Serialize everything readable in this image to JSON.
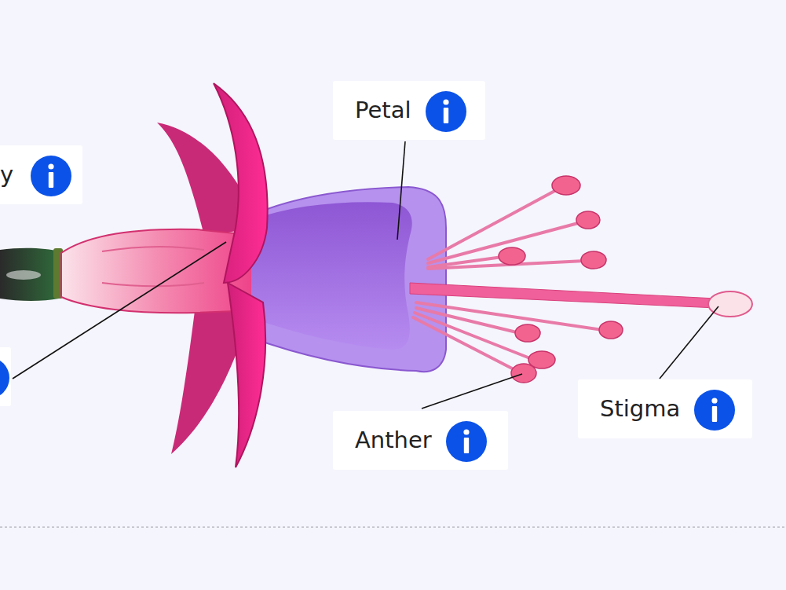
{
  "diagram": {
    "nodes": [
      {
        "text": [
          "Petal"
        ]
      },
      {
        "text": [
          "y"
        ]
      },
      {
        "text": [
          "Stigma"
        ]
      },
      {
        "text": [
          "Anther"
        ]
      }
    ]
  }
}
